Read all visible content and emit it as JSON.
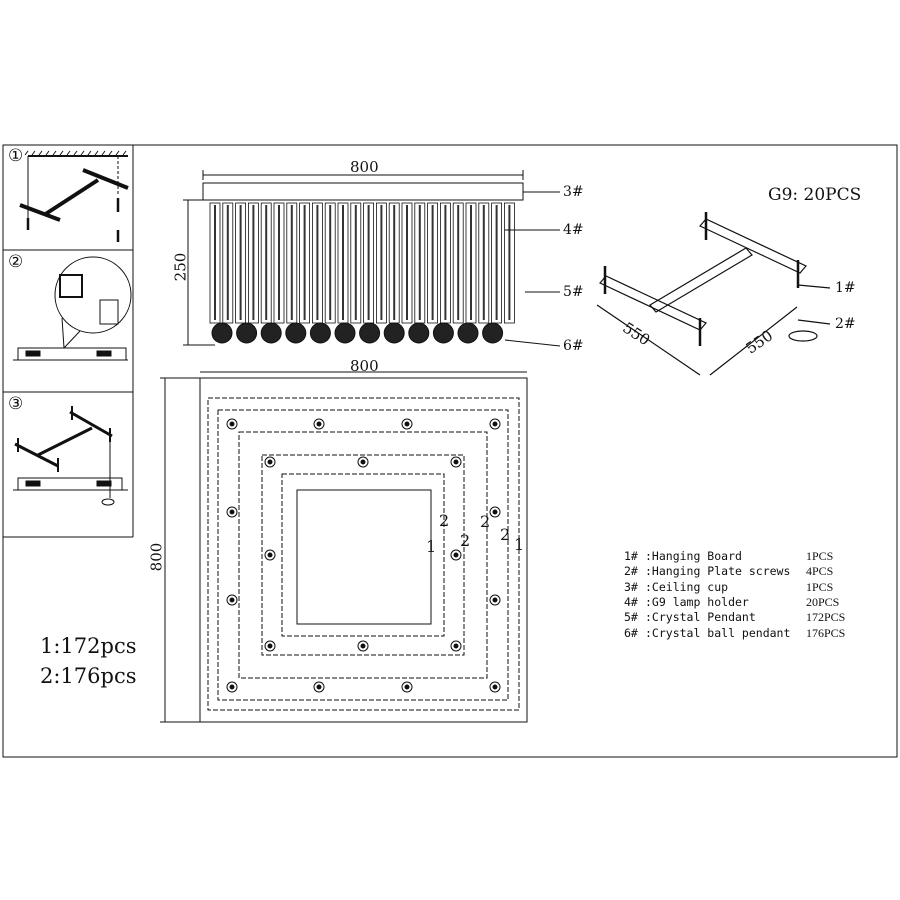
{
  "front_view": {
    "width_dim": "800",
    "height_dim": "250",
    "callouts": [
      "3#",
      "4#",
      "5#",
      "6#"
    ]
  },
  "top_view": {
    "width_dim": "800",
    "height_dim": "800",
    "ring_labels": [
      "1",
      "2",
      "2",
      "2",
      "2",
      "1"
    ]
  },
  "bracket": {
    "bulb_note": "G9: 20PCS",
    "dim_a": "550",
    "dim_b": "550",
    "callouts": [
      "1#",
      "2#"
    ]
  },
  "steps": [
    "①",
    "②",
    "③"
  ],
  "pendant_counts": [
    "1:172pcs",
    "2:176pcs"
  ],
  "parts": [
    {
      "id": "1#",
      "name": ":Hanging Board",
      "qty": "1PCS"
    },
    {
      "id": "2#",
      "name": ":Hanging Plate screws",
      "qty": "4PCS"
    },
    {
      "id": "3#",
      "name": ":Ceiling cup",
      "qty": "1PCS"
    },
    {
      "id": "4#",
      "name": ":G9 lamp holder",
      "qty": "20PCS"
    },
    {
      "id": "5#",
      "name": ":Crystal Pendant",
      "qty": "172PCS"
    },
    {
      "id": "6#",
      "name": ":Crystal ball pendant",
      "qty": "176PCS"
    }
  ]
}
